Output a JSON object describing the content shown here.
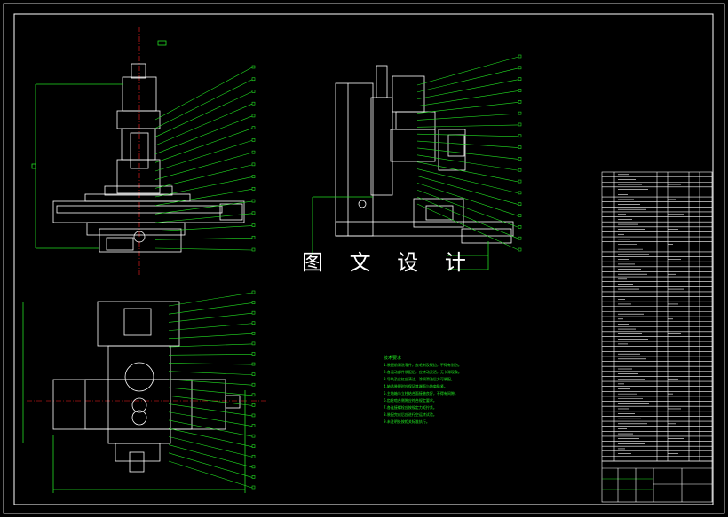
{
  "sheet": {
    "background": "#000000",
    "line_color": "#ffffff",
    "leader_color": "#22dd22",
    "centerline_color": "#ff2222",
    "dimension_color": "#22dd22"
  },
  "watermark": "图 文 设 计",
  "notes": {
    "title": "技术要求",
    "lines": [
      "1.装配前清洗零件，去毛刺及锐边，不得有划伤。",
      "2.各运动部件装配后，应转动灵活，无卡滞现象。",
      "3.导轨及丝杠应清洁，涂润滑油后方可装配。",
      "4.轴承装配时应保证其端面与轴肩贴紧。",
      "5.主轴箱与立柱结合面接触良好，不得有间隙。",
      "6.齿轮啮合侧隙应符合规定要求。",
      "7.各连接螺栓应按规定力矩拧紧。",
      "8.装配完成后应进行空运转试验。",
      "9.未注明处按相关标准执行。"
    ]
  },
  "parts_list": {
    "row_count": 58
  },
  "title_block": {
    "present": true
  }
}
